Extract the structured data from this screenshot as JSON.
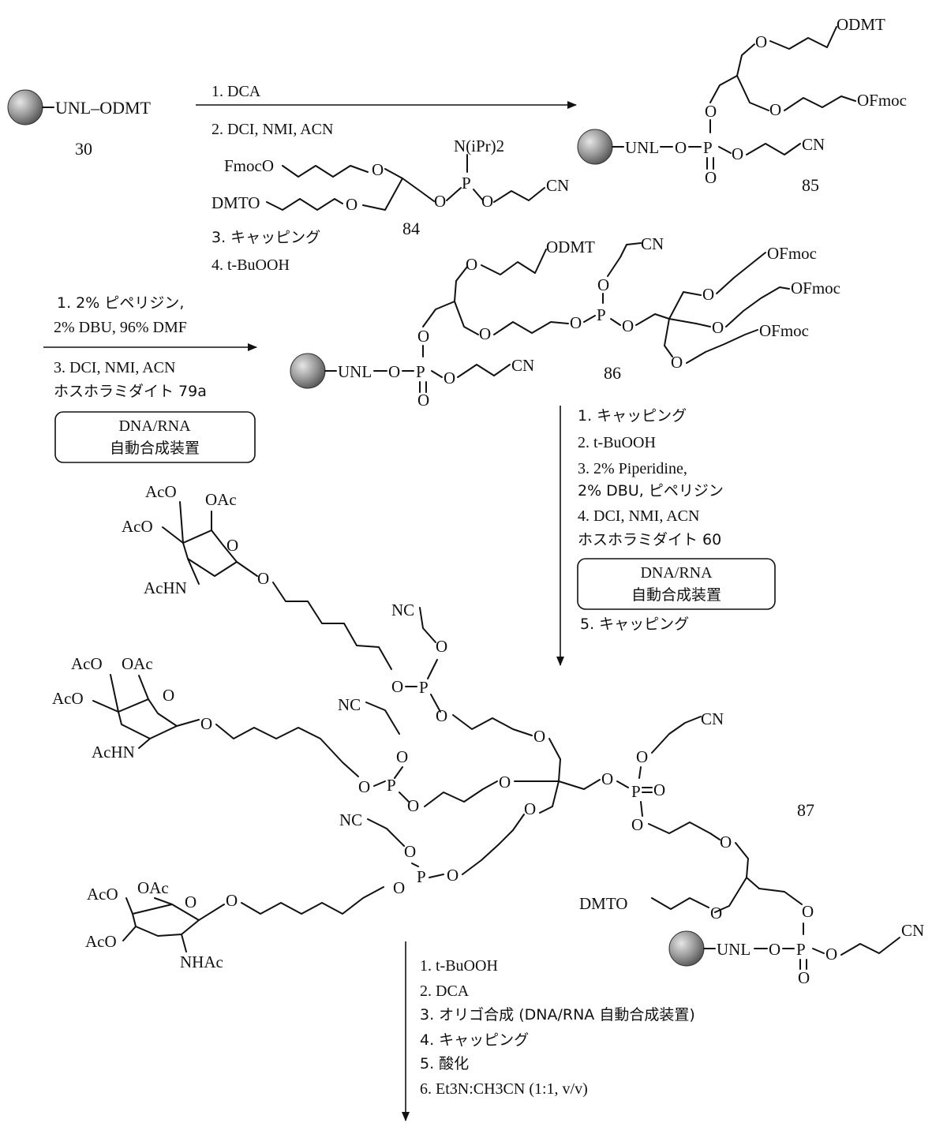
{
  "colors": {
    "ink": "#111111",
    "bead_light": "#e6e6e6",
    "bead_dark": "#555555"
  },
  "compounds": {
    "c30": "30",
    "c84": "84",
    "c85": "85",
    "c86": "86",
    "c87": "87"
  },
  "labels": {
    "unl_odmt": "UNL–ODMT",
    "unl": "UNL",
    "odmt": "ODMT",
    "dmto": "DMTO",
    "ofmoc": "OFmoc",
    "fmoco": "FmocO",
    "cn": "CN",
    "nc": "NC",
    "o": "O",
    "p": "P",
    "n_ipr2": "N(iPr)2",
    "aco": "AcO",
    "oac": "OAc",
    "achn": "AcHN",
    "nhac": "NHAc"
  },
  "step1": {
    "conditions": [
      "1.  DCA",
      "2.  DCI, NMI, ACN",
      "3.  キャッピング",
      "4.  t-BuOOH"
    ]
  },
  "step2": {
    "conditions_top": [
      "1.  2% ピペリジン,",
      "2% DBU, 96% DMF"
    ],
    "conditions_bottom": [
      "3. DCI, NMI, ACN",
      "ホスホラミダイト 79a"
    ],
    "box": [
      "DNA/RNA",
      "自動合成装置"
    ]
  },
  "step3": {
    "conditions": [
      "1.  キャッピング",
      "2.  t-BuOOH",
      "3.  2% Piperidine,",
      "2% DBU, ピペリジン",
      "4.  DCI, NMI, ACN",
      "ホスホラミダイト 60"
    ],
    "box": [
      "DNA/RNA",
      "自動合成装置"
    ],
    "after_box": "5.  キャッピング"
  },
  "step4": {
    "conditions": [
      "1.  t-BuOOH",
      "2.  DCA",
      "3.  オリゴ合成 (DNA/RNA 自動合成装置)",
      "4.  キャッピング",
      "5.  酸化",
      "6.  Et3N:CH3CN (1:1, v/v)"
    ]
  }
}
